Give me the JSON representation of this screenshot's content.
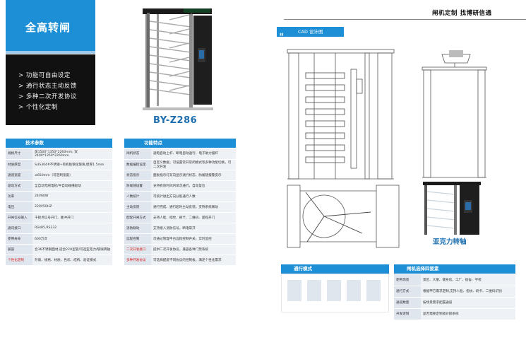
{
  "header": {
    "title": "全高转闸",
    "slogan": "闸机定制 找博研信通",
    "features": [
      "> 功能可自由设定",
      "> 通行状态主动反馈",
      "> 多种二次开发协议",
      "> 个性化定制"
    ],
    "product_name": "BY-Z286",
    "cad_label": "CAD 设计图",
    "acrylic_label": "亚克力转轴"
  },
  "tech": {
    "title": "技术参数",
    "rows": [
      {
        "k": "规格尺寸",
        "v": "单1500*1350*2260mm; 双2400*1350*2260mm",
        "red": false
      },
      {
        "k": "材质厚度",
        "v": "SUS304#不锈钢+有机板钢化玻璃,壁厚1.5mm",
        "red": false
      },
      {
        "k": "通道宽度",
        "v": "≤650mm（可定制宽度）",
        "red": false
      },
      {
        "k": "驱动方式",
        "v": "全自动无刷电机/半自动碰撞驱动",
        "red": false
      },
      {
        "k": "功率",
        "v": "24V60W",
        "red": false
      },
      {
        "k": "电压",
        "v": "220V50HZ",
        "red": false
      },
      {
        "k": "开闸信号输入",
        "v": "干接点信号开门、脉冲开门",
        "red": false
      },
      {
        "k": "通讯接口",
        "v": "RS485,RS232",
        "red": false
      },
      {
        "k": "使用寿命",
        "v": "600万次",
        "red": false
      },
      {
        "k": "兼容",
        "v": "合36不锈钢面材,适合22U型管/可选亚克力/玻璃转轴",
        "red": false
      },
      {
        "k": "个性化定制",
        "v": "外观、规格、材质、色彩、结构、验证模式",
        "red": true
      }
    ]
  },
  "func": {
    "title": "功能特点",
    "rows": [
      {
        "k": "闸机状态",
        "v": "通电自动上杆、断电自动通行、电子助力摆杆",
        "red": false
      },
      {
        "k": "数据编程设定",
        "v": "自定义数据，可设置常开常闭模式等多种功能切换，可二次开发",
        "red": false
      },
      {
        "k": "状态指示",
        "v": "面板指示灯双向显示通行状态、防尾随报警提示",
        "red": false
      },
      {
        "k": "防尾随设置",
        "v": "支持有效时间内单次通行，自动复位",
        "red": false
      },
      {
        "k": "人数统计",
        "v": "可统计进出方向分别通行人数",
        "red": false
      },
      {
        "k": "主动反馈",
        "v": "通行完成、通行超时主动反馈，支持系统联动",
        "red": false
      },
      {
        "k": "配套开闸方式",
        "v": "支持人脸、指纹、刷卡、二维码、遥控开门",
        "red": false
      },
      {
        "k": "消防联动",
        "v": "支持接入消防信号，断电常开",
        "red": false
      },
      {
        "k": "远程控制",
        "v": "可通过管理平台远程控制开关，实时监控",
        "red": false
      },
      {
        "k": "二次开发接口",
        "v": "提供二次开发协议，兼容各种门禁系统",
        "red": true
      },
      {
        "k": "多种开发协议",
        "v": "可选择配套不同协议的控制板，满足个性化需求",
        "red": true
      }
    ]
  },
  "passage": {
    "title": "通行模式"
  },
  "select": {
    "title": "闸机选择四要素",
    "rows": [
      {
        "k": "使用场景",
        "v": "景区、大厦、健身房、工厂、宿舍、学校"
      },
      {
        "k": "通行方式",
        "v": "根据甲方需求定制,支持人脸、指纹、刷卡、二维码识别"
      },
      {
        "k": "通道数量",
        "v": "按场景需求配置通道"
      },
      {
        "k": "开发定制",
        "v": "是否需要定制或对接系统"
      }
    ]
  },
  "colors": {
    "accent": "#1d8fd6",
    "dark": "#111111",
    "brand_text": "#1d6fb0",
    "red": "#d92020"
  }
}
